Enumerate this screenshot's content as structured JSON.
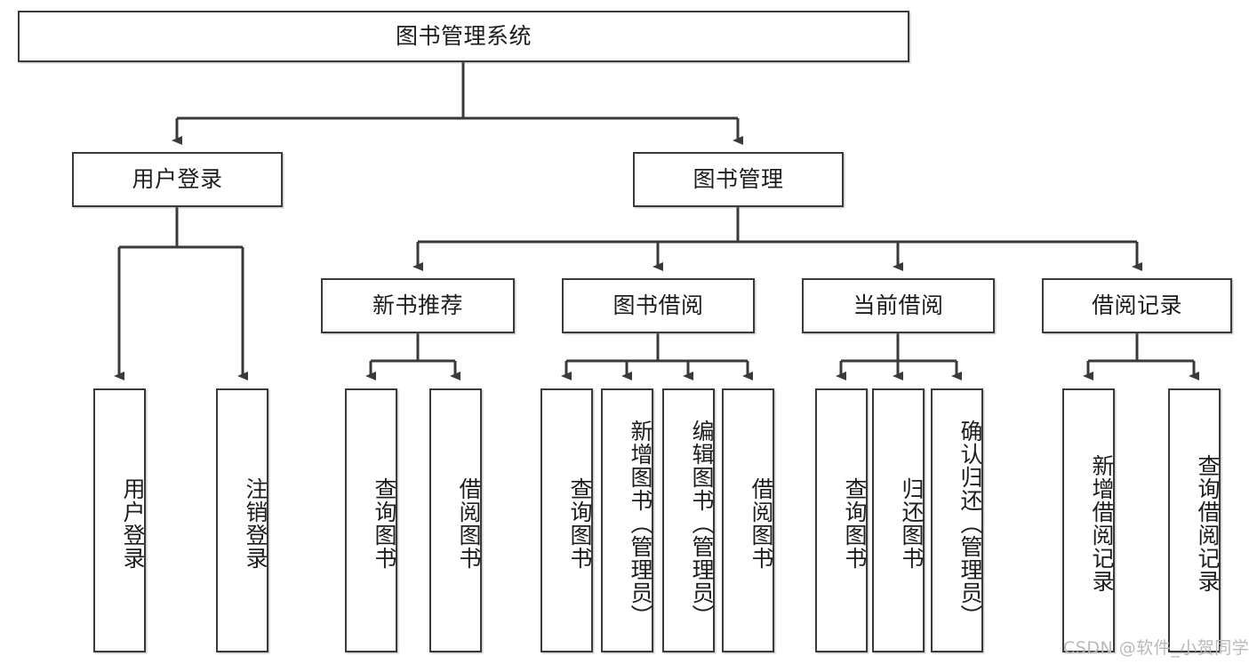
{
  "diagram": {
    "title": "图书管理系统",
    "type": "hierarchy-tree",
    "levels": 4,
    "root": {
      "label": "图书管理系统"
    },
    "level2": [
      {
        "label": "用户登录"
      },
      {
        "label": "图书管理"
      }
    ],
    "level3": [
      {
        "label": "新书推荐",
        "parent": "图书管理"
      },
      {
        "label": "图书借阅",
        "parent": "图书管理"
      },
      {
        "label": "当前借阅",
        "parent": "图书管理"
      },
      {
        "label": "借阅记录",
        "parent": "图书管理"
      }
    ],
    "leaves": {
      "user_login": [
        {
          "label": "用户登录"
        },
        {
          "label": "注销登录"
        }
      ],
      "new_book_recommend": [
        {
          "label": "查询图书"
        },
        {
          "label": "借阅图书"
        }
      ],
      "book_borrow": [
        {
          "label": "查询图书"
        },
        {
          "label": "新增图书（管理员）"
        },
        {
          "label": "编辑图书（管理员）"
        },
        {
          "label": "借阅图书"
        }
      ],
      "current_borrow": [
        {
          "label": "查询图书"
        },
        {
          "label": "归还图书"
        },
        {
          "label": "确认归还（管理员）"
        }
      ],
      "borrow_record": [
        {
          "label": "新增借阅记录"
        },
        {
          "label": "查询借阅记录"
        }
      ]
    },
    "colors": {
      "stroke": "#3a3a3a",
      "fill": "#ffffff",
      "text": "#1d1d1d",
      "watermark": "#b9b9b9"
    }
  },
  "watermark": {
    "text": "CSDN @软件_小贺同学"
  }
}
